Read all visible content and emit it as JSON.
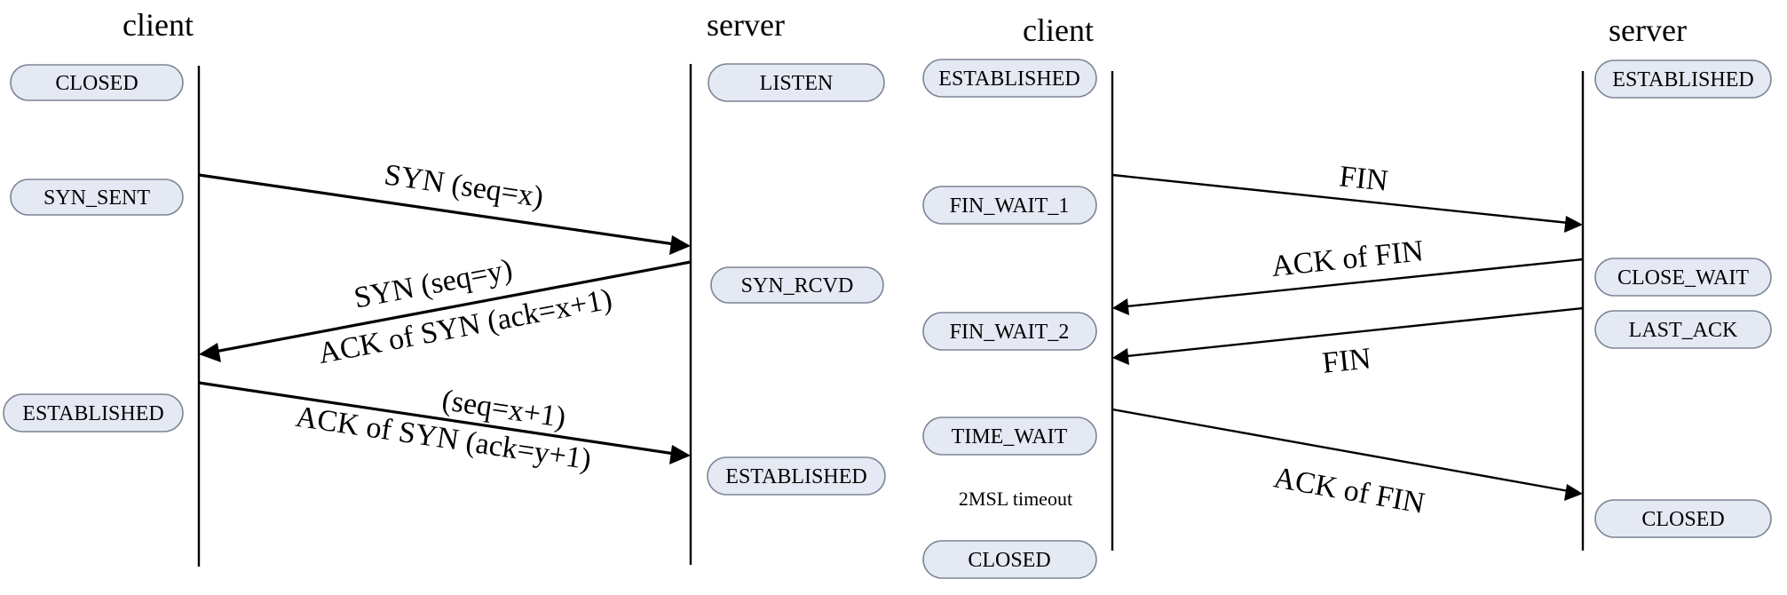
{
  "handshake": {
    "client_header": "client",
    "server_header": "server",
    "client_states": [
      "CLOSED",
      "SYN_SENT",
      "ESTABLISHED"
    ],
    "server_states": [
      "LISTEN",
      "SYN_RCVD",
      "ESTABLISHED"
    ],
    "messages": [
      {
        "lines": [
          "SYN (seq=x)"
        ]
      },
      {
        "lines": [
          "SYN (seq=y)",
          "ACK of SYN (ack=x+1)"
        ]
      },
      {
        "lines": [
          "(seq=x+1)",
          "ACK of SYN (ack=y+1)"
        ]
      }
    ]
  },
  "teardown": {
    "client_header": "client",
    "server_header": "server",
    "client_states": [
      "ESTABLISHED",
      "FIN_WAIT_1",
      "FIN_WAIT_2",
      "TIME_WAIT",
      "CLOSED"
    ],
    "server_states": [
      "ESTABLISHED",
      "CLOSE_WAIT",
      "LAST_ACK",
      "CLOSED"
    ],
    "timeout_note": "2MSL timeout",
    "messages": [
      {
        "lines": [
          "FIN"
        ]
      },
      {
        "lines": [
          "ACK of FIN"
        ]
      },
      {
        "lines": [
          "FIN"
        ]
      },
      {
        "lines": [
          "ACK of FIN"
        ]
      }
    ]
  }
}
